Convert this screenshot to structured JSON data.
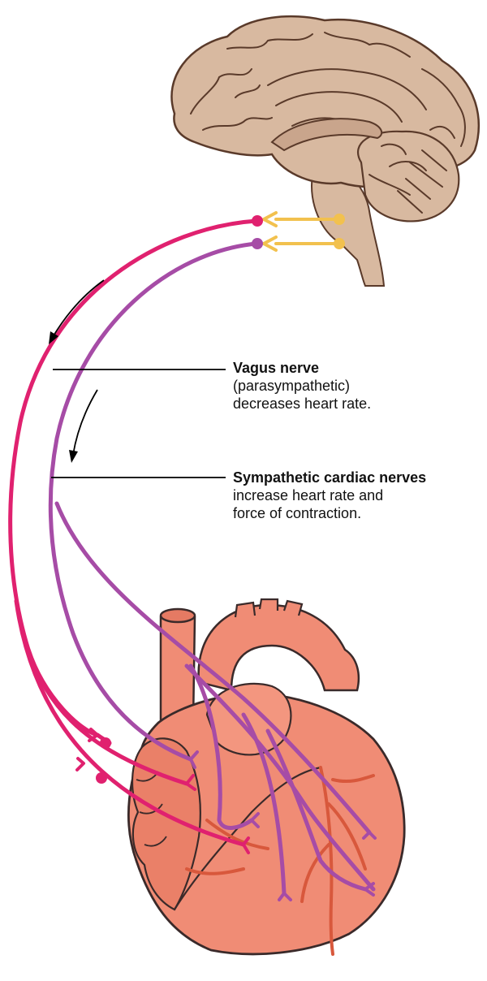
{
  "labels": {
    "vagus": {
      "title": "Vagus nerve",
      "line1": "(parasympathetic)",
      "line2": "decreases heart rate."
    },
    "sympathetic": {
      "title": "Sympathetic cardiac nerves",
      "line1": "increase heart rate and",
      "line2": "force of contraction."
    }
  },
  "colors": {
    "vagus_nerve": "#e0216f",
    "sympathetic_nerve": "#a64ca6",
    "brain_fill": "#d8b9a0",
    "brain_outline": "#5a3a2a",
    "heart_fill": "#f08c75",
    "heart_outline": "#3a2a2a",
    "heart_vessel": "#d8583c",
    "synapse": "#f2c14e",
    "leader_line": "#000000"
  },
  "icons": [
    "brain-illustration",
    "heart-illustration",
    "direction-arrow"
  ]
}
